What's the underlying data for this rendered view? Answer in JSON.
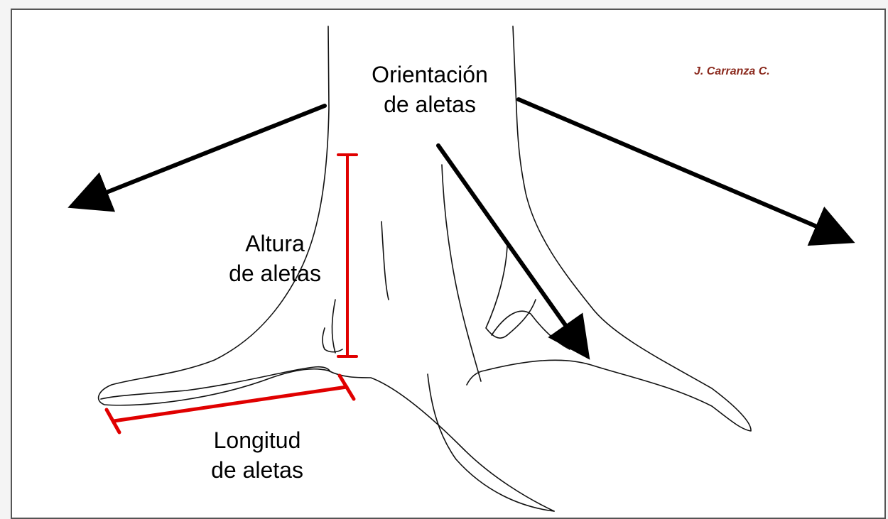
{
  "author": "J. Carranza C.",
  "labels": {
    "orientation": [
      "Orientación",
      "de aletas"
    ],
    "height": [
      "Altura",
      "de aletas"
    ],
    "length": [
      "Longitud",
      "de aletas"
    ]
  },
  "colors": {
    "outline": "#111111",
    "arrow": "#000000",
    "measure": "#e00000",
    "author": "#8b2a1e"
  }
}
